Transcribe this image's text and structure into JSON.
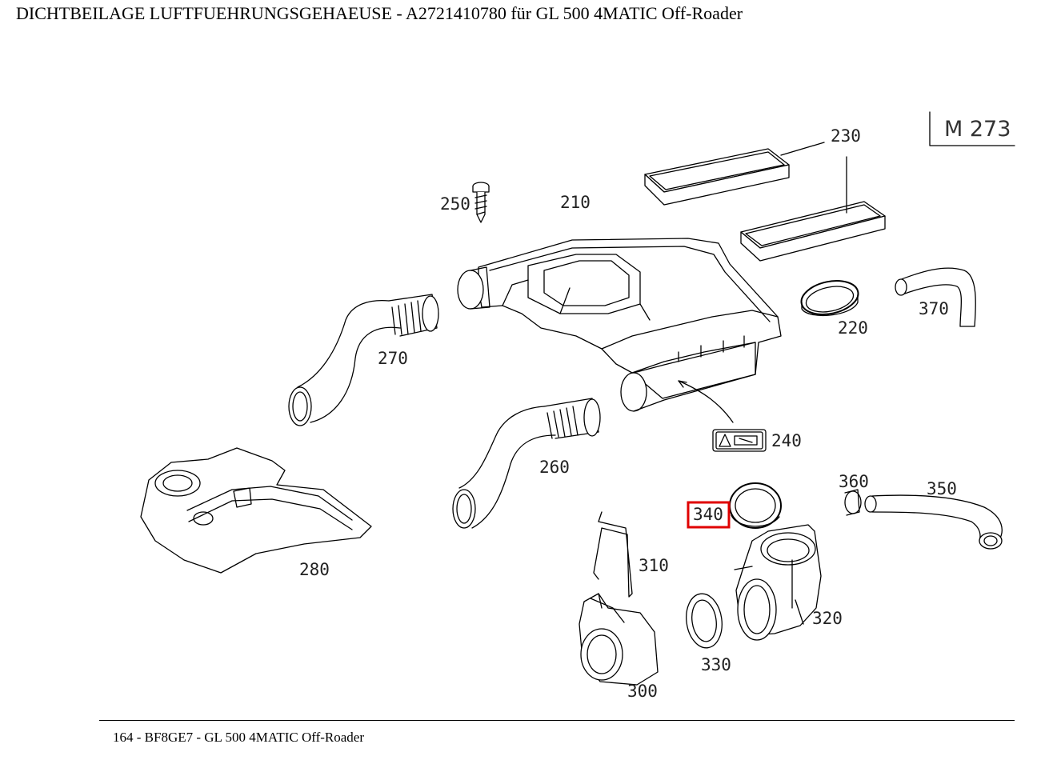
{
  "title": "DICHTBEILAGE LUFTFUEHRUNGSGEHAEUSE - A2721410780 für GL 500 4MATIC Off-Roader",
  "model_code": "M 273",
  "footer": "164 - BF8GE7 - GL 500 4MATIC Off-Roader",
  "highlight_color": "#e00000",
  "parts": {
    "p210": "210",
    "p220": "220",
    "p230": "230",
    "p240": "240",
    "p250": "250",
    "p260": "260",
    "p270": "270",
    "p280": "280",
    "p300": "300",
    "p310": "310",
    "p320": "320",
    "p330": "330",
    "p340": "340",
    "p350": "350",
    "p360": "360",
    "p370": "370"
  },
  "highlighted_part": "340"
}
